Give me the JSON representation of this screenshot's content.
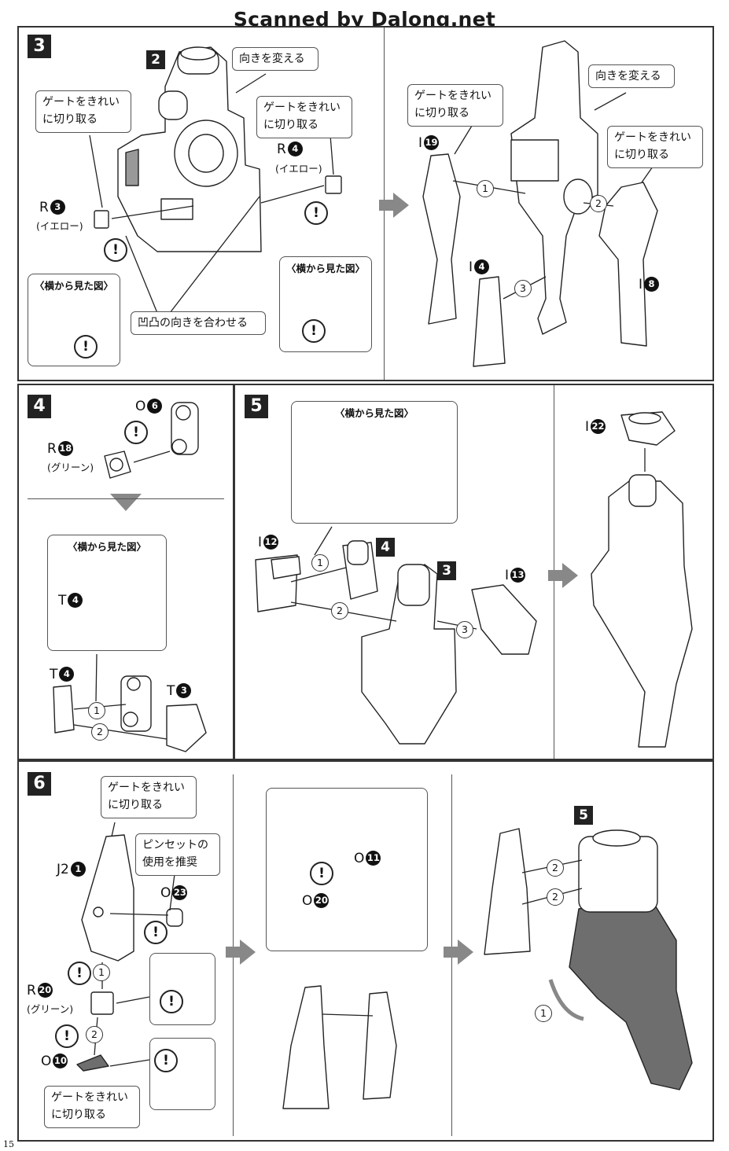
{
  "watermark": "Scanned by Dalong.net",
  "page_number": "15",
  "steps": [
    {
      "number": "3"
    },
    {
      "number": "4"
    },
    {
      "number": "5"
    },
    {
      "number": "6"
    }
  ],
  "substeps": [
    "2",
    "4",
    "3",
    "5"
  ],
  "callouts": {
    "change_direction": "向きを変える",
    "clean_gate": "ゲートをきれい\nに切り取る",
    "align_recess": "凹凸の向きを合わせる",
    "tweezers": "ピンセットの\n使用を推奨"
  },
  "side_view_title": "〈横から見た図〉",
  "warning_symbol": "!",
  "parts": {
    "R3": {
      "letter": "R",
      "num": "3",
      "note": "(イエロー)"
    },
    "R4": {
      "letter": "R",
      "num": "4",
      "note": "(イエロー)"
    },
    "I19": {
      "letter": "I",
      "num": "19"
    },
    "I4": {
      "letter": "I",
      "num": "4"
    },
    "I8": {
      "letter": "I",
      "num": "8"
    },
    "O6": {
      "letter": "O",
      "num": "6"
    },
    "R18": {
      "letter": "R",
      "num": "18",
      "note": "(グリーン)"
    },
    "T4": {
      "letter": "T",
      "num": "4"
    },
    "T3": {
      "letter": "T",
      "num": "3"
    },
    "I12": {
      "letter": "I",
      "num": "12"
    },
    "I13": {
      "letter": "I",
      "num": "13"
    },
    "I22": {
      "letter": "I",
      "num": "22"
    },
    "J2_1": {
      "letter": "J2",
      "num": "1"
    },
    "O23": {
      "letter": "O",
      "num": "23"
    },
    "R20": {
      "letter": "R",
      "num": "20",
      "note": "(グリーン)"
    },
    "O10": {
      "letter": "O",
      "num": "10"
    },
    "O11": {
      "letter": "O",
      "num": "11"
    },
    "O20": {
      "letter": "O",
      "num": "20"
    }
  },
  "sequence_numbers": [
    "1",
    "2",
    "3"
  ],
  "colors": {
    "ink": "#222222",
    "gray_part": "#6e6e6e",
    "flow_arrow": "#888888"
  }
}
